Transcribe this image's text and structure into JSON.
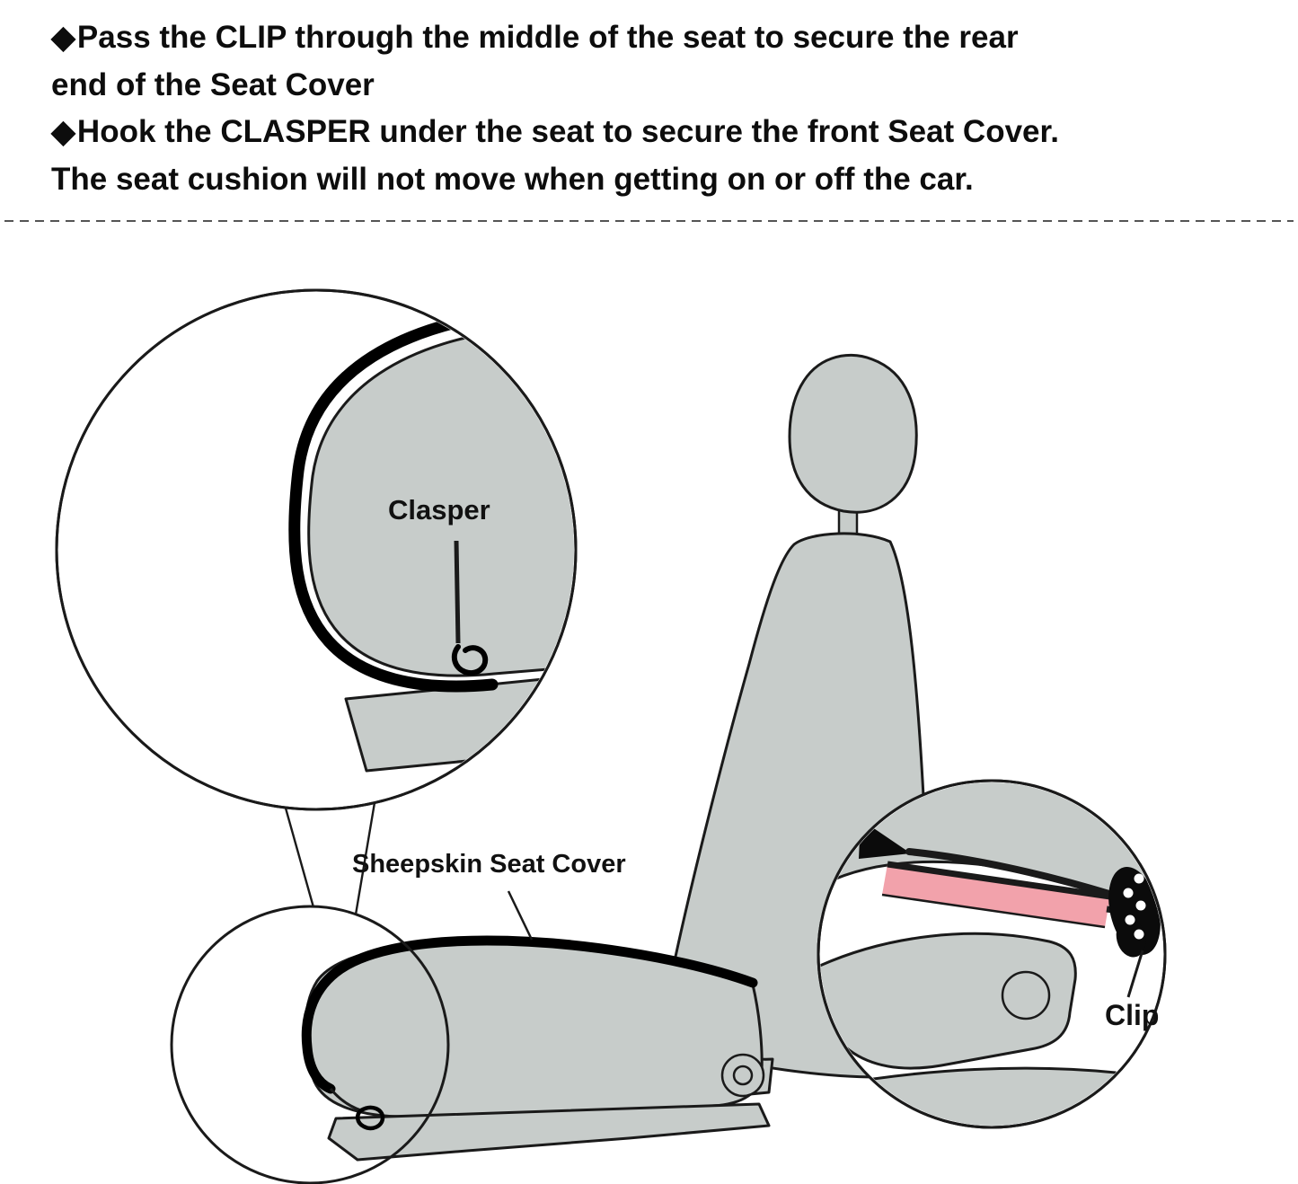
{
  "instructions": {
    "items": [
      {
        "bullet": "◆",
        "line1": "Pass the CLIP through the middle of the seat to secure the rear",
        "line2": "end of the Seat Cover"
      },
      {
        "bullet": "◆",
        "line1": "Hook the CLASPER under the seat to secure the front Seat Cover.",
        "line2": "The seat cushion will not move when getting on or off the car."
      }
    ]
  },
  "diagram": {
    "labels": {
      "clasper": "Clasper",
      "seat_cover": "Sheepskin Seat Cover",
      "clip": "Clip"
    },
    "colors": {
      "seat_fill": "#c7ccca",
      "outline": "#1a1a1a",
      "trim": "#000000",
      "strap_pink": "#f2a2ab",
      "canvas": "#ffffff"
    }
  }
}
